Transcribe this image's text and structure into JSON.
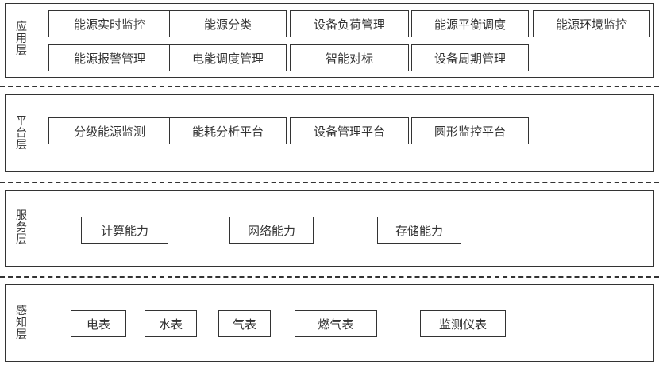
{
  "layers": {
    "application": {
      "label": "应用层",
      "items": [
        "能源实时监控",
        "能源分类",
        "设备负荷管理",
        "能源平衡调度",
        "能源环境监控",
        "能源报警管理",
        "电能调度管理",
        "智能对标",
        "设备周期管理"
      ]
    },
    "platform": {
      "label": "平台层",
      "items": [
        "分级能源监测",
        "能耗分析平台",
        "设备管理平台",
        "圆形监控平台"
      ]
    },
    "service": {
      "label": "服务层",
      "items": [
        "计算能力",
        "网络能力",
        "存储能力"
      ]
    },
    "perception": {
      "label": "感知层",
      "items": [
        "电表",
        "水表",
        "气表",
        "燃气表",
        "监测仪表"
      ]
    }
  }
}
